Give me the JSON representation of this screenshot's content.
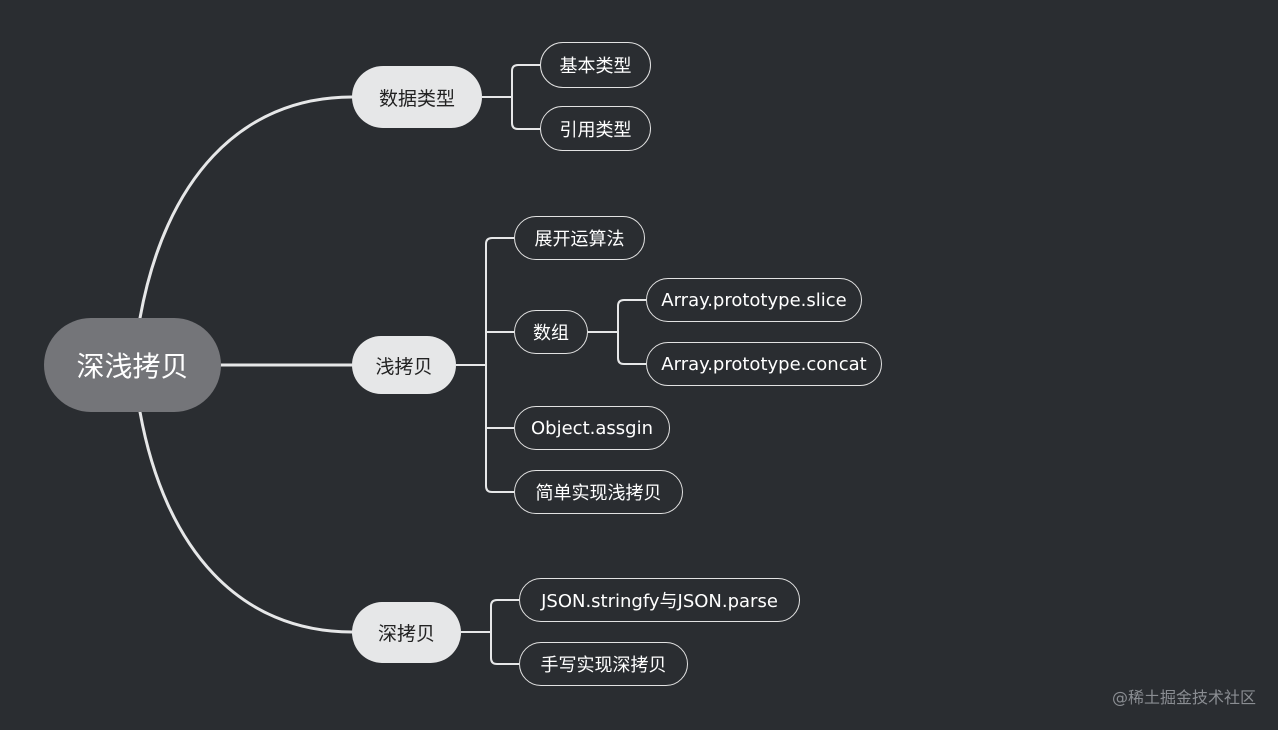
{
  "mindmap": {
    "root": "深浅拷贝",
    "branches": [
      {
        "label": "数据类型",
        "children": [
          {
            "label": "基本类型"
          },
          {
            "label": "引用类型"
          }
        ]
      },
      {
        "label": "浅拷贝",
        "children": [
          {
            "label": "展开运算法"
          },
          {
            "label": "数组",
            "children": [
              {
                "label": "Array.prototype.slice"
              },
              {
                "label": "Array.prototype.concat"
              }
            ]
          },
          {
            "label": "Object.assgin"
          },
          {
            "label": "简单实现浅拷贝"
          }
        ]
      },
      {
        "label": "深拷贝",
        "children": [
          {
            "label": "JSON.stringfy与JSON.parse"
          },
          {
            "label": "手写实现深拷贝"
          }
        ]
      }
    ]
  },
  "watermark": "@稀土掘金技术社区",
  "colors": {
    "background": "#2a2d31",
    "root_fill": "#747579",
    "branch_fill": "#e6e7e8",
    "line": "#e6e7e8"
  }
}
